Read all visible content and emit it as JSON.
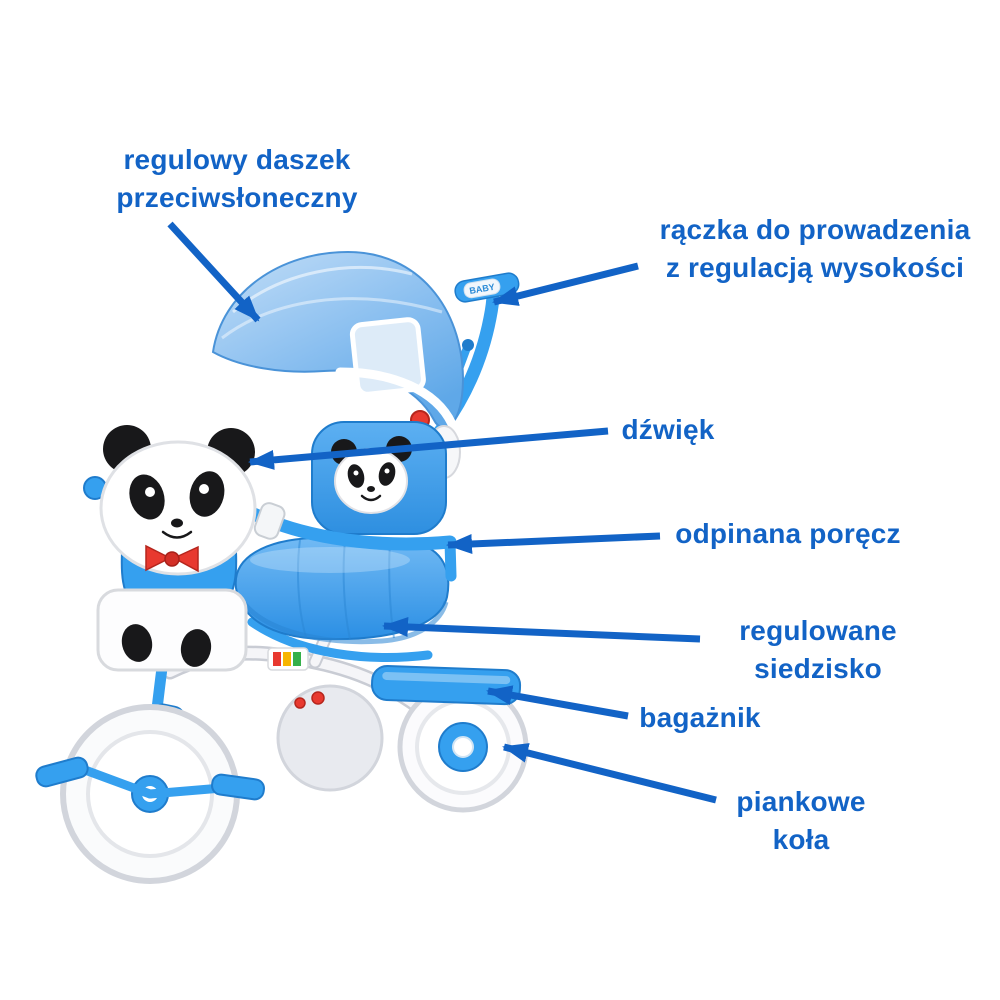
{
  "page": {
    "background": "#ffffff",
    "label_color": "#1263c6",
    "arrow_color": "#1263c6"
  },
  "labels": {
    "canopy": {
      "line1": "regulowy daszek",
      "line2": "przeciwsłoneczny"
    },
    "handle": {
      "line1": "rączka do prowadzenia",
      "line2": "z regulacją wysokości"
    },
    "sound": {
      "text": "dźwięk"
    },
    "armrest": {
      "text": "odpinana poręcz"
    },
    "seat": {
      "line1": "regulowane",
      "line2": "siedzisko"
    },
    "carrier": {
      "text": "bagażnik"
    },
    "wheels": {
      "line1": "piankowe",
      "line2": "koła"
    }
  },
  "product": {
    "kind": "children's tricycle with panda theme, canopy and parent push handle",
    "grip_text": "BABY",
    "colors": {
      "body_blue": "#35a0ef",
      "blue_dark": "#1f7ccc",
      "canopy_light": "#b8d9f6",
      "canopy_dark": "#5fa8e8",
      "panda_black": "#18181a",
      "panda_white": "#ffffff",
      "bow_red": "#e8392f",
      "frame_white": "#f5f5f8",
      "tire_gray": "#d2d5dc"
    }
  }
}
